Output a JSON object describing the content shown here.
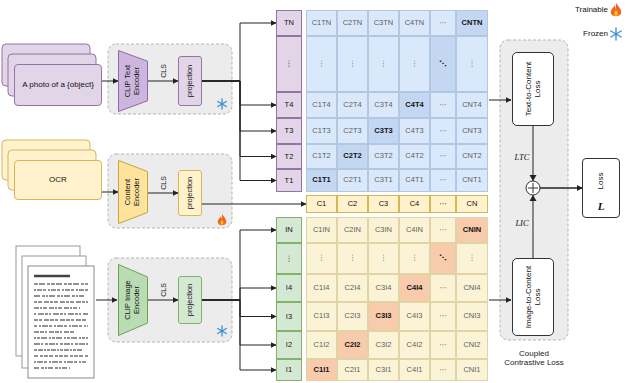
{
  "diagram": {
    "nodes": [
      {
        "text": [
          "A photo of a {object}"
        ]
      },
      {
        "text": [
          "CLIP Text Encoder"
        ]
      },
      {
        "text": [
          "projection"
        ]
      },
      {
        "text": [
          "OCR"
        ]
      },
      {
        "text": [
          "Content Encoder"
        ]
      },
      {
        "text": [
          "projection"
        ]
      },
      {
        "text": [
          "CLIP Image Encoder"
        ]
      },
      {
        "text": [
          "projection"
        ]
      },
      {
        "text": [
          "TN"
        ]
      },
      {
        "text": [
          "⋮"
        ]
      },
      {
        "text": [
          "T4"
        ]
      },
      {
        "text": [
          "T3"
        ]
      },
      {
        "text": [
          "T2"
        ]
      },
      {
        "text": [
          "T1"
        ]
      },
      {
        "text": [
          "C1"
        ]
      },
      {
        "text": [
          "C2"
        ]
      },
      {
        "text": [
          "C3"
        ]
      },
      {
        "text": [
          "C4"
        ]
      },
      {
        "text": [
          "⋯"
        ]
      },
      {
        "text": [
          "CN"
        ]
      },
      {
        "text": [
          "IN"
        ]
      },
      {
        "text": [
          "⋮"
        ]
      },
      {
        "text": [
          "I4"
        ]
      },
      {
        "text": [
          "I3"
        ]
      },
      {
        "text": [
          "I2"
        ]
      },
      {
        "text": [
          "I1"
        ]
      },
      {
        "text": [
          "Text-to-Content Loss"
        ]
      },
      {
        "text": [
          "Image-to-Content Loss"
        ]
      },
      {
        "text": [
          "Loss",
          "L"
        ]
      }
    ],
    "edges": [
      {
        "from": 0,
        "to": 1,
        "arrow": "to"
      },
      {
        "from": 1,
        "to": 2,
        "label": "CLS",
        "arrow": "to"
      },
      {
        "from": 2,
        "to": 8,
        "arrow": "to"
      },
      {
        "from": 2,
        "to": 10,
        "arrow": "to"
      },
      {
        "from": 2,
        "to": 11,
        "arrow": "to"
      },
      {
        "from": 2,
        "to": 12,
        "arrow": "to"
      },
      {
        "from": 2,
        "to": 13,
        "arrow": "to"
      },
      {
        "from": 3,
        "to": 4,
        "arrow": "to"
      },
      {
        "from": 4,
        "to": 5,
        "label": "CLS",
        "arrow": "to"
      },
      {
        "from": 5,
        "to": 14,
        "arrow": "to"
      },
      {
        "from": 6,
        "to": 7,
        "label": "CLS",
        "arrow": "to"
      },
      {
        "from": 7,
        "to": 20,
        "arrow": "to"
      },
      {
        "from": 7,
        "to": 22,
        "arrow": "to"
      },
      {
        "from": 7,
        "to": 23,
        "arrow": "to"
      },
      {
        "from": 7,
        "to": 24,
        "arrow": "to"
      },
      {
        "from": 7,
        "to": 25,
        "arrow": "to"
      },
      {
        "from": 26,
        "to": 28,
        "label": "LTC",
        "arrow": "to"
      },
      {
        "from": 27,
        "to": 28,
        "label": "LIC",
        "arrow": "to"
      }
    ],
    "labels": [
      "C1TN",
      "C2TN",
      "C3TN",
      "C4TN",
      "⋯",
      "CNTN",
      "⋮",
      "⋮",
      "⋮",
      "⋮",
      "⋱",
      "⋮",
      "C1T4",
      "C2T4",
      "C3T4",
      "C4T4",
      "⋯",
      "CNT4",
      "C1T3",
      "C2T3",
      "C3T3",
      "C4T3",
      "⋯",
      "CNT3",
      "C1T2",
      "C2T2",
      "C3T2",
      "C4T2",
      "⋯",
      "CNT2",
      "C1T1",
      "C2T1",
      "C3T1",
      "C4T1",
      "⋯",
      "CNT1",
      "C1IN",
      "C2IN",
      "C3IN",
      "C4IN",
      "⋯",
      "CNIN",
      "⋮",
      "⋮",
      "⋮",
      "⋮",
      "⋱",
      "⋮",
      "C1I4",
      "C2I4",
      "C3I4",
      "C4I4",
      "⋯",
      "CNI4",
      "C1I3",
      "C2I3",
      "C3I3",
      "C4I3",
      "⋯",
      "CNI3",
      "C1I2",
      "C2I2",
      "C3I2",
      "C4I2",
      "⋯",
      "CNI2",
      "C1I1",
      "C2I1",
      "C3I1",
      "C4I1",
      "⋯",
      "CNI1",
      "Coupled Contrastive Loss"
    ],
    "legend": [
      {
        "text": "Trainable"
      },
      {
        "text": "Frozen"
      }
    ]
  }
}
